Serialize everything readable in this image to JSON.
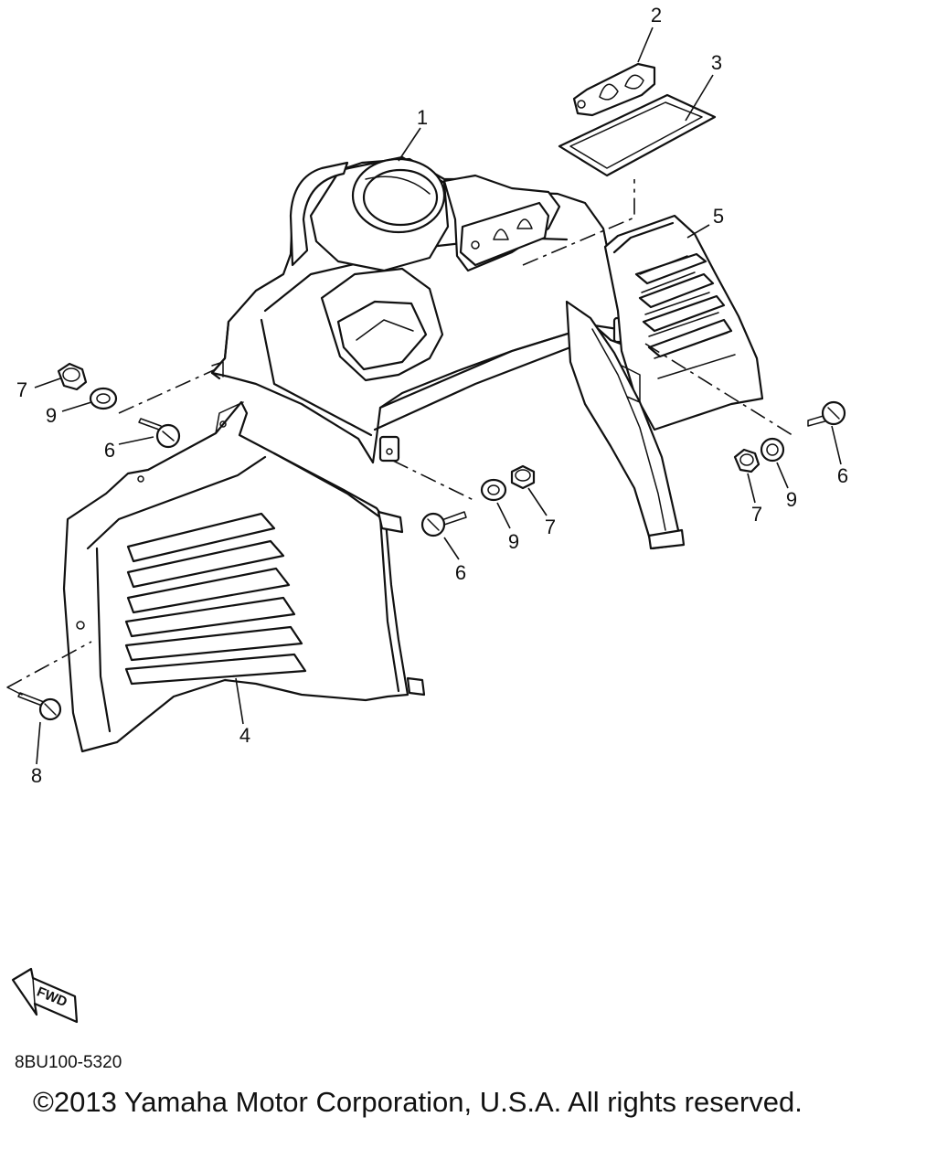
{
  "callouts": {
    "c1": "1",
    "c2": "2",
    "c3": "3",
    "c4": "4",
    "c5": "5",
    "c6a": "6",
    "c6b": "6",
    "c6c": "6",
    "c7a": "7",
    "c7b": "7",
    "c7c": "7",
    "c8": "8",
    "c9a": "9",
    "c9b": "9",
    "c9c": "9"
  },
  "fwd_label": "FWD",
  "diagram_code": "8BU100-5320",
  "copyright": "©2013 Yamaha Motor Corporation, U.S.A. All rights reserved."
}
